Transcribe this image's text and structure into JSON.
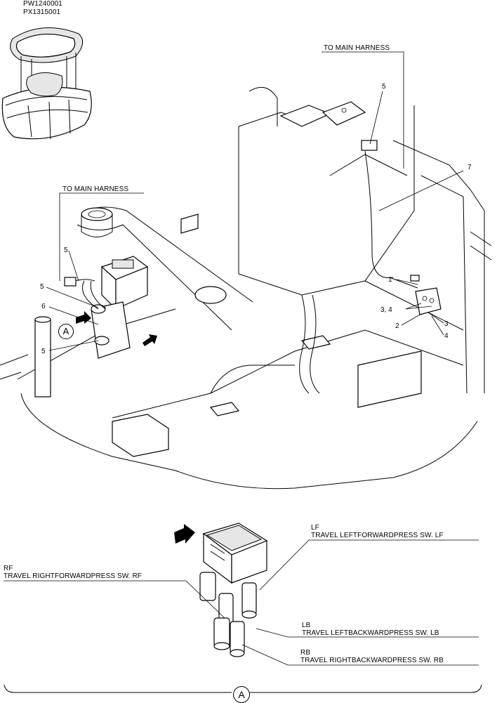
{
  "part_codes": [
    "PW1240001",
    "PX1315001"
  ],
  "harness_labels": {
    "right": "TO MAIN HARNESS",
    "left": "TO MAIN HARNESS"
  },
  "callouts": {
    "c5_top": "5",
    "c7": "7",
    "c1": "1",
    "c34": "3, 4",
    "c2": "2",
    "c3": "3",
    "c4": "4",
    "c5_a": "5",
    "c5_b": "5",
    "c6": "6",
    "c5_c": "5"
  },
  "view_marker": "A",
  "detail": {
    "lf_code": "LF",
    "lf_desc": "TRAVEL LEFTFORWARDPRESS SW. LF",
    "rf_code": "RF",
    "rf_desc": "TRAVEL RIGHTFORWARDPRESS SW. RF",
    "lb_code": "LB",
    "lb_desc": "TRAVEL LEFTBACKWARDPRESS SW. LB",
    "rb_code": "RB",
    "rb_desc": "TRAVEL RIGHTBACKWARDPRESS SW. RB"
  },
  "bottom_marker": "A"
}
